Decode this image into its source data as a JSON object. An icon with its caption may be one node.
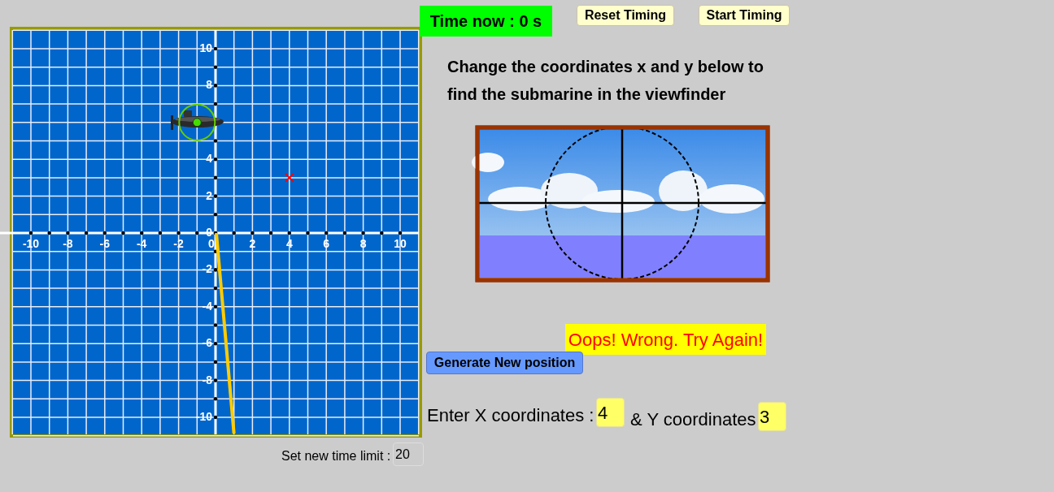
{
  "diagram": {
    "nodes": [
      {
        "text": [
          "Time now :  0 s"
        ]
      },
      {
        "text": [
          "Reset Timing"
        ]
      },
      {
        "text": [
          "Start Timing"
        ]
      },
      {
        "text": [
          "Oops! Wrong. Try Again!"
        ]
      },
      {
        "text": [
          "Generate New position"
        ]
      },
      {
        "text": [
          "4"
        ]
      },
      {
        "text": [
          "3"
        ]
      },
      {
        "text": [
          "20"
        ]
      }
    ],
    "labels": [
      "Change the coordinates x and y below to find the submarine in the viewfinder",
      "Enter X coordinates :",
      "& Y coordinates",
      "Set new time limit :",
      "-10",
      "-8",
      "-6",
      "-4",
      "-2",
      "0",
      "2",
      "4",
      "6",
      "8",
      "10",
      "10",
      "8",
      "4",
      "2",
      "0",
      "-2",
      "-4",
      "-6",
      "-8",
      "-10"
    ]
  }
}
